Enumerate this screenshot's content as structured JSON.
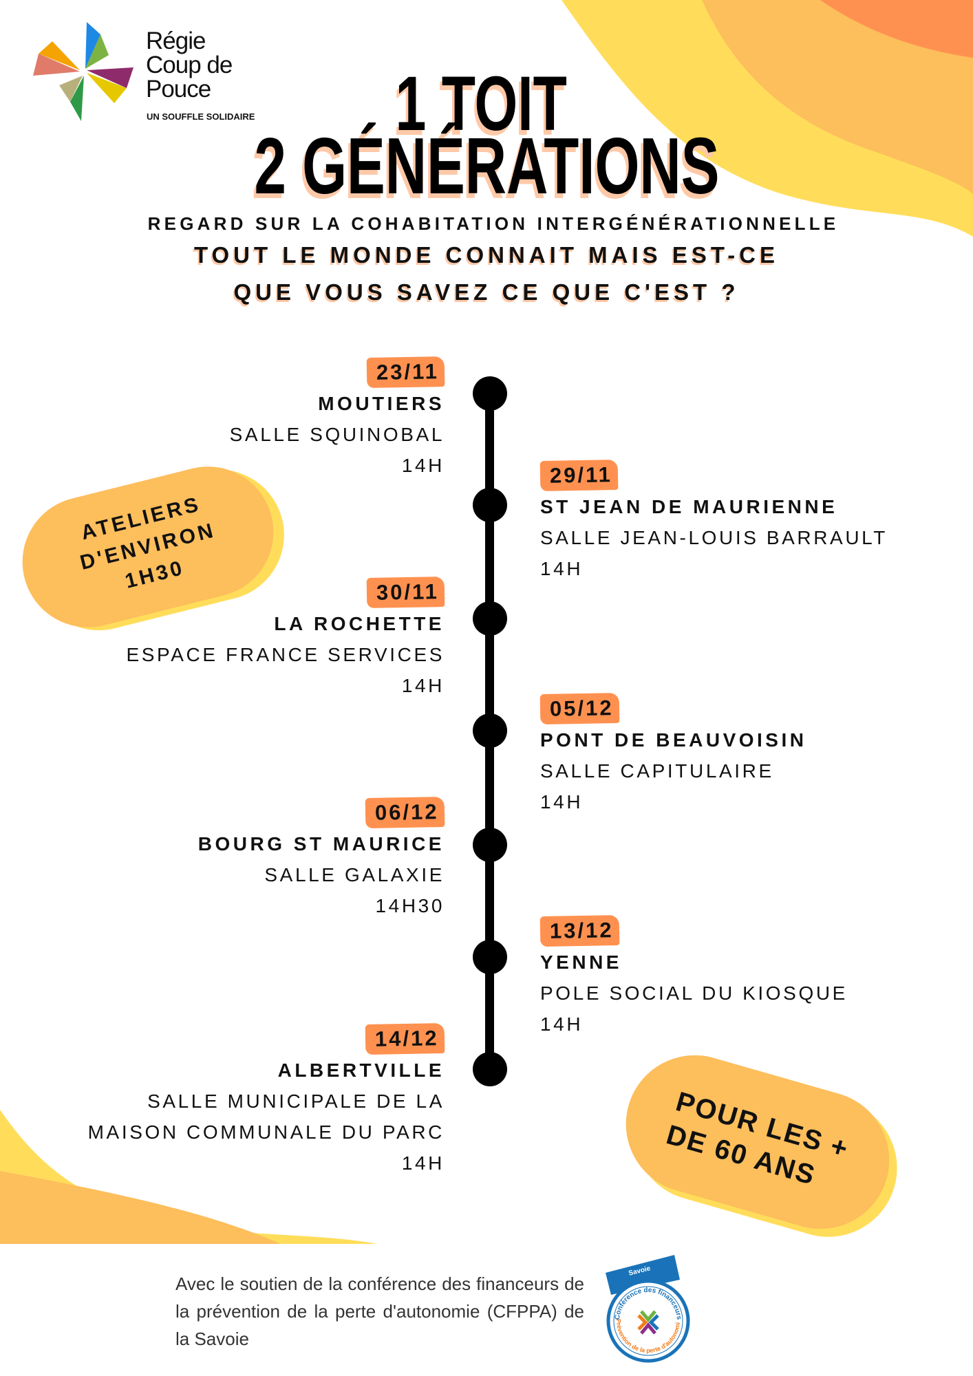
{
  "logo": {
    "name_lines": [
      "Régie",
      "Coup de",
      "Pouce"
    ],
    "tagline": "UN SOUFFLE SOLIDAIRE"
  },
  "title": {
    "line1": "1 TOIT",
    "line2": "2 GÉNÉRATIONS"
  },
  "subtitle": "REGARD SUR LA COHABITATION INTERGÉNÉRATIONNELLE",
  "question": {
    "line1": "TOUT LE MONDE CONNAIT MAIS EST-CE",
    "line2": "QUE VOUS SAVEZ CE QUE C'EST ?"
  },
  "events": [
    {
      "date": "23/11",
      "town": "MOUTIERS",
      "venue": [
        "SALLE SQUINOBAL"
      ],
      "time": "14H"
    },
    {
      "date": "29/11",
      "town": "ST JEAN DE MAURIENNE",
      "venue": [
        "SALLE JEAN-LOUIS BARRAULT"
      ],
      "time": "14H"
    },
    {
      "date": "30/11",
      "town": "LA ROCHETTE",
      "venue": [
        "ESPACE FRANCE SERVICES"
      ],
      "time": "14H"
    },
    {
      "date": "05/12",
      "town": "PONT DE BEAUVOISIN",
      "venue": [
        "SALLE CAPITULAIRE"
      ],
      "time": "14H"
    },
    {
      "date": "06/12",
      "town": "BOURG ST MAURICE",
      "venue": [
        "SALLE GALAXIE"
      ],
      "time": "14H30"
    },
    {
      "date": "13/12",
      "town": "YENNE",
      "venue": [
        "POLE SOCIAL DU KIOSQUE"
      ],
      "time": "14H"
    },
    {
      "date": "14/12",
      "town": "ALBERTVILLE",
      "venue": [
        "SALLE MUNICIPALE DE LA",
        "MAISON COMMUNALE DU PARC"
      ],
      "time": "14H"
    }
  ],
  "duration_badge": {
    "lines": [
      "ATELIERS",
      "D'ENVIRON",
      "1H30"
    ]
  },
  "audience_badge": {
    "lines": [
      "POUR LES +",
      "DE 60 ANS"
    ]
  },
  "footer": {
    "text": "Avec le soutien de la conférence des financeurs de la prévention de la perte d'autonomie (CFPPA) de la Savoie"
  },
  "partner_badge": {
    "region": "Savoie",
    "top_text": "Conférence des financeurs",
    "bottom_text": "Prévention de la perte d'autonomie"
  },
  "colors": {
    "yellow": "#FFDD5A",
    "light_orange": "#FDBE5C",
    "orange": "#FF9150",
    "title_shadow": "#FFC9A8"
  }
}
